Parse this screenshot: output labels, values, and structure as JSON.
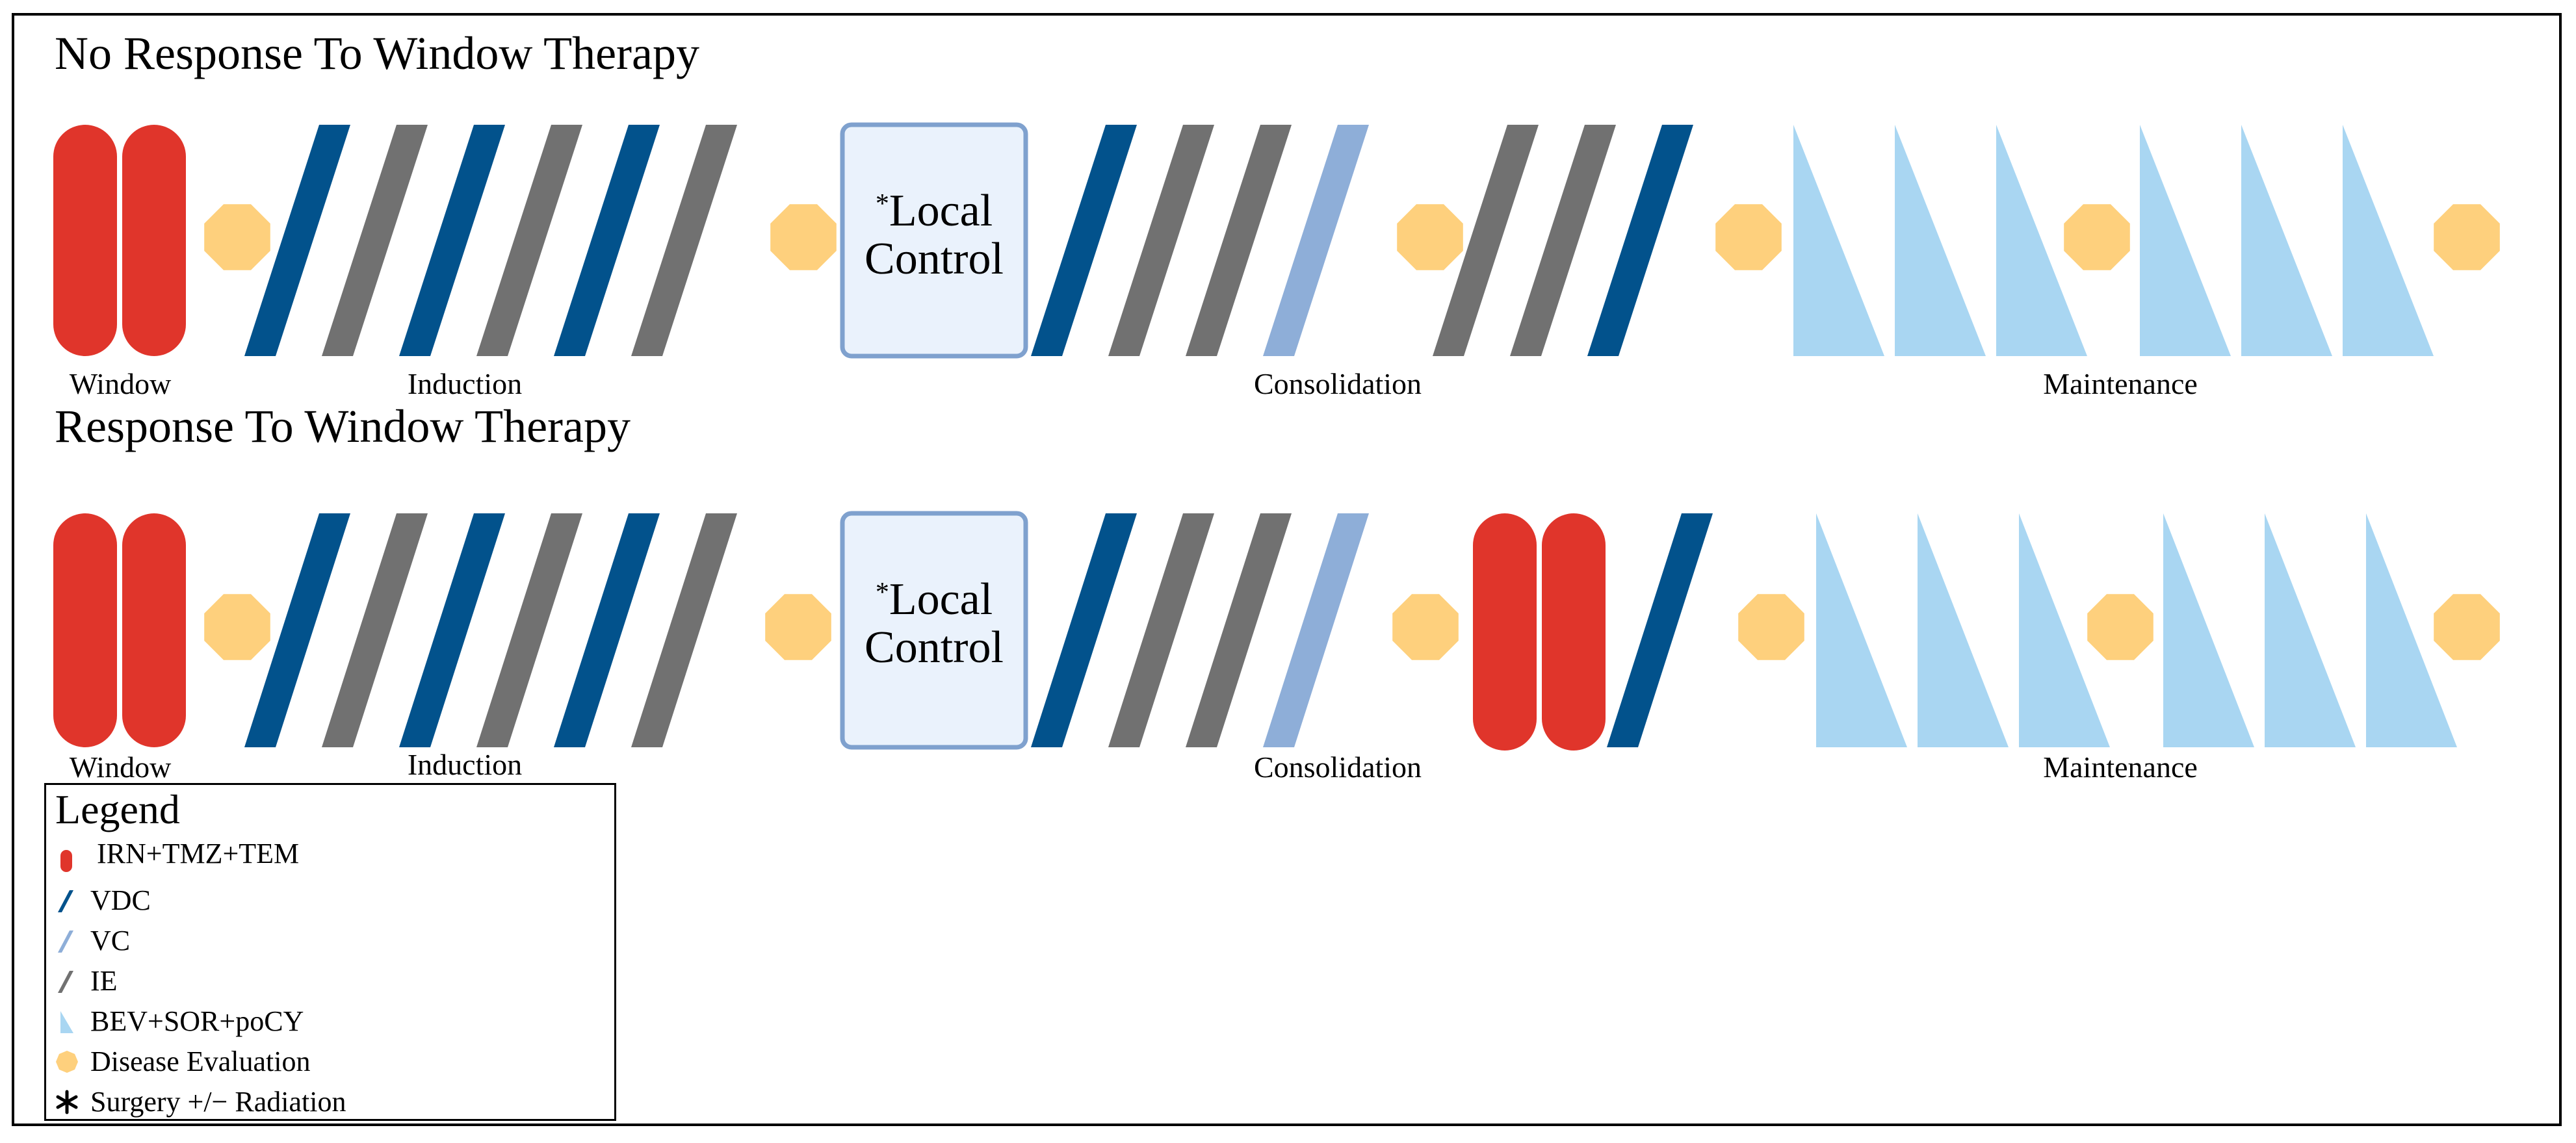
{
  "rows": [
    {
      "title": "No Response To Window Therapy",
      "labels": {
        "window": "Window",
        "induction": "Induction",
        "consolidation": "Consolidation",
        "maintenance": "Maintenance"
      },
      "local_control": {
        "asterisk": "*",
        "line1": "Local",
        "line2": "Control"
      }
    },
    {
      "title": "Response To Window Therapy",
      "labels": {
        "window": "Window",
        "induction": "Induction",
        "consolidation": "Consolidation",
        "maintenance": "Maintenance"
      },
      "local_control": {
        "asterisk": "*",
        "line1": "Local",
        "line2": "Control"
      }
    }
  ],
  "legend": {
    "title": "Legend",
    "items": [
      {
        "label": "IRN+TMZ+TEM",
        "icon": "pill-icon"
      },
      {
        "label": "VDC",
        "icon": "blue-slash-icon"
      },
      {
        "label": "VC",
        "icon": "light-blue-slash-icon"
      },
      {
        "label": "IE",
        "icon": "gray-slash-icon"
      },
      {
        "label": "BEV+SOR+poCY",
        "icon": "triangle-icon"
      },
      {
        "label": "Disease Evaluation",
        "icon": "octagon-icon"
      },
      {
        "label": "Surgery +/− Radiation",
        "icon": "asterisk-icon"
      }
    ]
  },
  "colors": {
    "irn_tmz_tem": "#E0352B",
    "vdc": "#02528C",
    "vc": "#8EAED8",
    "ie": "#717171",
    "bev_sor_pocy": "#A9D6F2",
    "disease_evaluation": "#FED07D",
    "local_control_fill": "#EAF2FC",
    "local_control_border": "#7FA1CE"
  }
}
